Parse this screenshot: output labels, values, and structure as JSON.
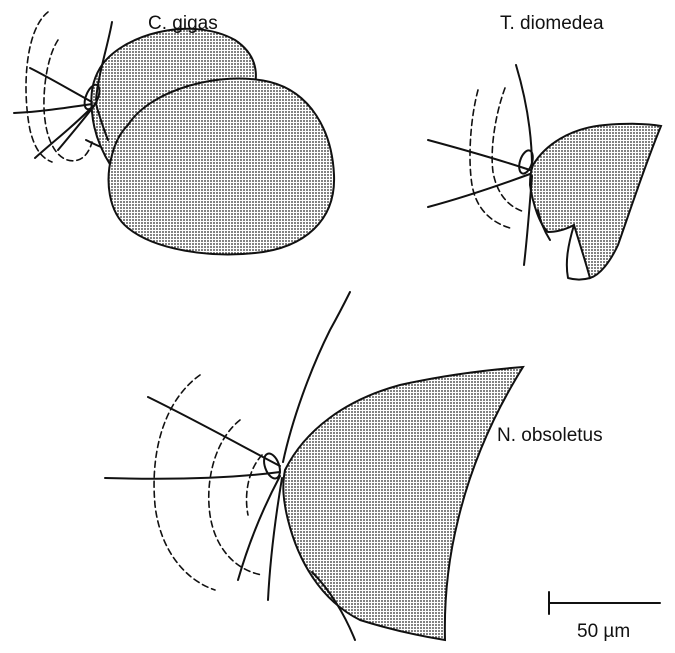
{
  "panels": [
    {
      "label": "C. gigas"
    },
    {
      "label": "T. diomedea"
    },
    {
      "label": "N. obsoletus"
    }
  ],
  "scale_bar": {
    "label": "50 µm"
  }
}
